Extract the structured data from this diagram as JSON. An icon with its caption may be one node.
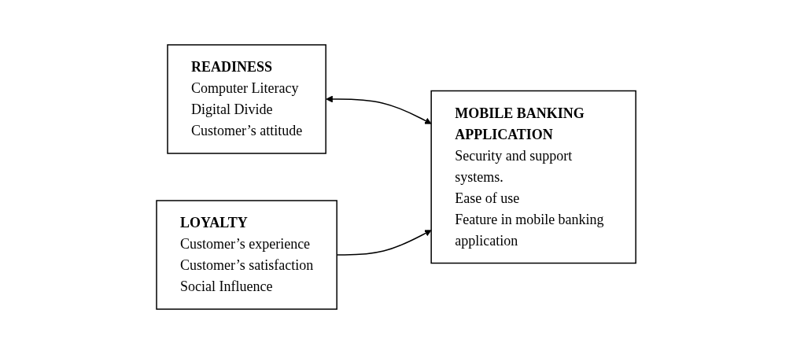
{
  "diagram": {
    "nodes": [
      {
        "text": [
          "READINESS",
          "Computer Literacy",
          "Digital Divide",
          "Customer’s attitude"
        ]
      },
      {
        "text": [
          "MOBILE BANKING APPLICATION",
          "Security and support systems.",
          "Ease of use",
          "Feature in mobile banking application"
        ]
      },
      {
        "text": [
          "LOYALTY",
          "Customer’s experience",
          "Customer’s satisfaction",
          "Social Influence"
        ]
      }
    ],
    "edges": [
      {
        "from": 0,
        "to": 1,
        "arrow": "both"
      },
      {
        "from": 2,
        "to": 1,
        "arrow": "to"
      }
    ]
  }
}
